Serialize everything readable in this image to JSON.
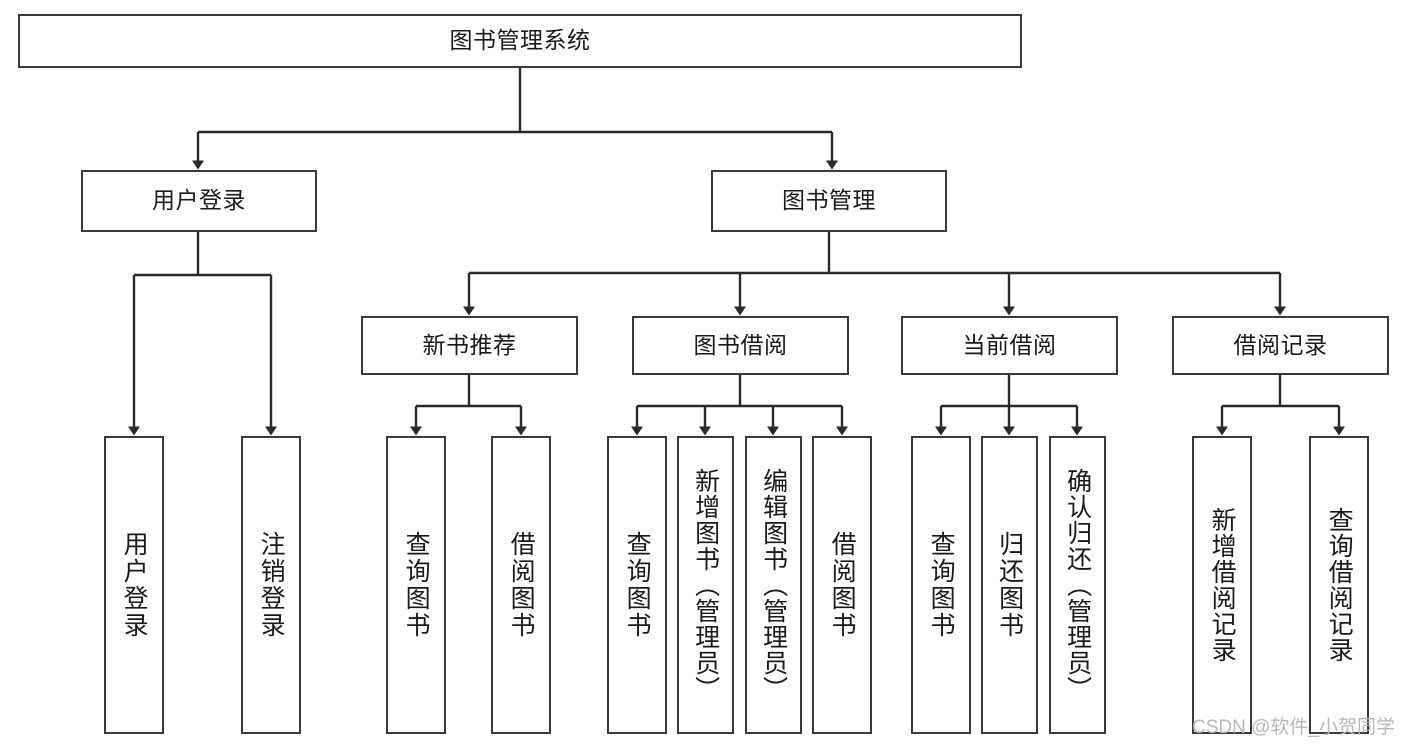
{
  "diagram": {
    "type": "tree-hierarchy-chart",
    "title": "图书管理系统",
    "stroke_color": "#3a3a3a",
    "background_color": "#ffffff",
    "text_color": "#1a1a1a",
    "nodes": {
      "root": {
        "label": "图书管理系统"
      },
      "level2": [
        {
          "id": "user-login",
          "label": "用户登录"
        },
        {
          "id": "book-management",
          "label": "图书管理"
        }
      ],
      "level3": [
        {
          "id": "new-book-recommend",
          "label": "新书推荐"
        },
        {
          "id": "book-borrow",
          "label": "图书借阅"
        },
        {
          "id": "current-borrow",
          "label": "当前借阅"
        },
        {
          "id": "borrow-record",
          "label": "借阅记录"
        }
      ],
      "leaves": [
        {
          "id": "leaf-user-login",
          "label": "用户登录",
          "parent": "user-login"
        },
        {
          "id": "leaf-logout-login",
          "label": "注销登录",
          "parent": "user-login"
        },
        {
          "id": "leaf-query-book-1",
          "label": "查询图书",
          "parent": "new-book-recommend"
        },
        {
          "id": "leaf-borrow-book-1",
          "label": "借阅图书",
          "parent": "new-book-recommend"
        },
        {
          "id": "leaf-query-book-2",
          "label": "查询图书",
          "parent": "book-borrow"
        },
        {
          "id": "leaf-add-book",
          "label": "新增图书（管理员）",
          "parent": "book-borrow"
        },
        {
          "id": "leaf-edit-book",
          "label": "编辑图书（管理员）",
          "parent": "book-borrow"
        },
        {
          "id": "leaf-borrow-book-2",
          "label": "借阅图书",
          "parent": "book-borrow"
        },
        {
          "id": "leaf-query-book-3",
          "label": "查询图书",
          "parent": "current-borrow"
        },
        {
          "id": "leaf-return-book",
          "label": "归还图书",
          "parent": "current-borrow"
        },
        {
          "id": "leaf-confirm-return",
          "label": "确认归还（管理员）",
          "parent": "current-borrow"
        },
        {
          "id": "leaf-add-record",
          "label": "新增借阅记录",
          "parent": "borrow-record"
        },
        {
          "id": "leaf-query-record",
          "label": "查询借阅记录",
          "parent": "borrow-record"
        }
      ]
    }
  },
  "watermark": {
    "text": "CSDN @软件_小贺同学"
  }
}
